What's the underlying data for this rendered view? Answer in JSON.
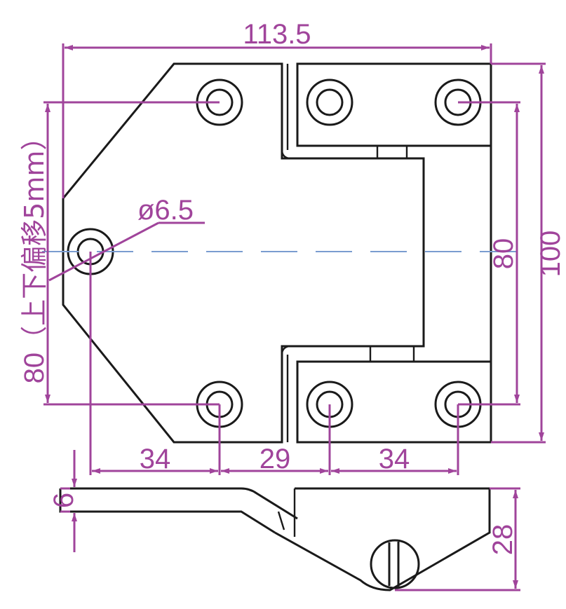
{
  "dimensions": {
    "overall_width": "113.5",
    "overall_height": "100",
    "hole_pitch_right": "80",
    "hole_pitch_left": "80",
    "offset_note": "（上下偏移5mm）",
    "hole_diameter": "ø6.5",
    "spacing_1": "34",
    "spacing_2": "29",
    "spacing_3": "34",
    "plate_thickness": "6",
    "side_height": "28"
  },
  "colors": {
    "part_outline": "#1a1a1a",
    "dimension": "#a0449b",
    "centerline": "#7a9cd0"
  }
}
